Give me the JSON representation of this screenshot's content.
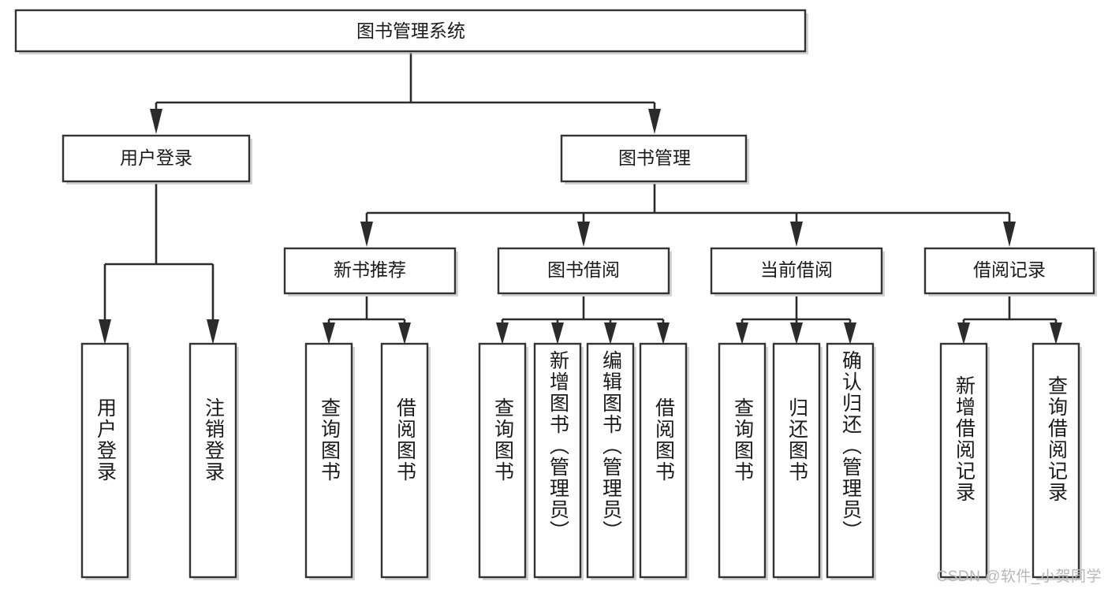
{
  "diagram": {
    "type": "tree-hierarchy",
    "title": "图书管理系统",
    "orientation": "top-down",
    "root": {
      "label": "图书管理系统",
      "children": [
        {
          "label": "用户登录",
          "children": [
            {
              "label": "用户登录"
            },
            {
              "label": "注销登录"
            }
          ]
        },
        {
          "label": "图书管理",
          "children": [
            {
              "label": "新书推荐",
              "children": [
                {
                  "label": "查询图书"
                },
                {
                  "label": "借阅图书"
                }
              ]
            },
            {
              "label": "图书借阅",
              "children": [
                {
                  "label": "查询图书"
                },
                {
                  "label": "新增图书（管理员）"
                },
                {
                  "label": "编辑图书（管理员）"
                },
                {
                  "label": "借阅图书"
                }
              ]
            },
            {
              "label": "当前借阅",
              "children": [
                {
                  "label": "查询图书"
                },
                {
                  "label": "归还图书"
                },
                {
                  "label": "确认归还（管理员）"
                }
              ]
            },
            {
              "label": "借阅记录",
              "children": [
                {
                  "label": "新增借阅记录"
                },
                {
                  "label": "查询借阅记录"
                }
              ]
            }
          ]
        }
      ]
    }
  },
  "nodes": {
    "root": {
      "label": "图书管理系统"
    },
    "level2": [
      {
        "label": "用户登录"
      },
      {
        "label": "图书管理"
      }
    ],
    "level3": [
      {
        "label": "新书推荐"
      },
      {
        "label": "图书借阅"
      },
      {
        "label": "当前借阅"
      },
      {
        "label": "借阅记录"
      }
    ],
    "leaves": [
      {
        "label": "用户登录"
      },
      {
        "label": "注销登录"
      },
      {
        "label": "查询图书"
      },
      {
        "label": "借阅图书"
      },
      {
        "label": "查询图书"
      },
      {
        "label": "新增图书（管理员）"
      },
      {
        "label": "编辑图书（管理员）"
      },
      {
        "label": "借阅图书"
      },
      {
        "label": "查询图书"
      },
      {
        "label": "归还图书"
      },
      {
        "label": "确认归还（管理员）"
      },
      {
        "label": "新增借阅记录"
      },
      {
        "label": "查询借阅记录"
      }
    ]
  },
  "watermark": {
    "text": "CSDN @软件_小贺同学"
  },
  "colors": {
    "background": "#ffffff",
    "box_fill": "#ffffff",
    "box_stroke": "#333333",
    "connector": "#2b2b2b",
    "text": "#1a1a1a",
    "watermark": "#b7b7b7"
  }
}
